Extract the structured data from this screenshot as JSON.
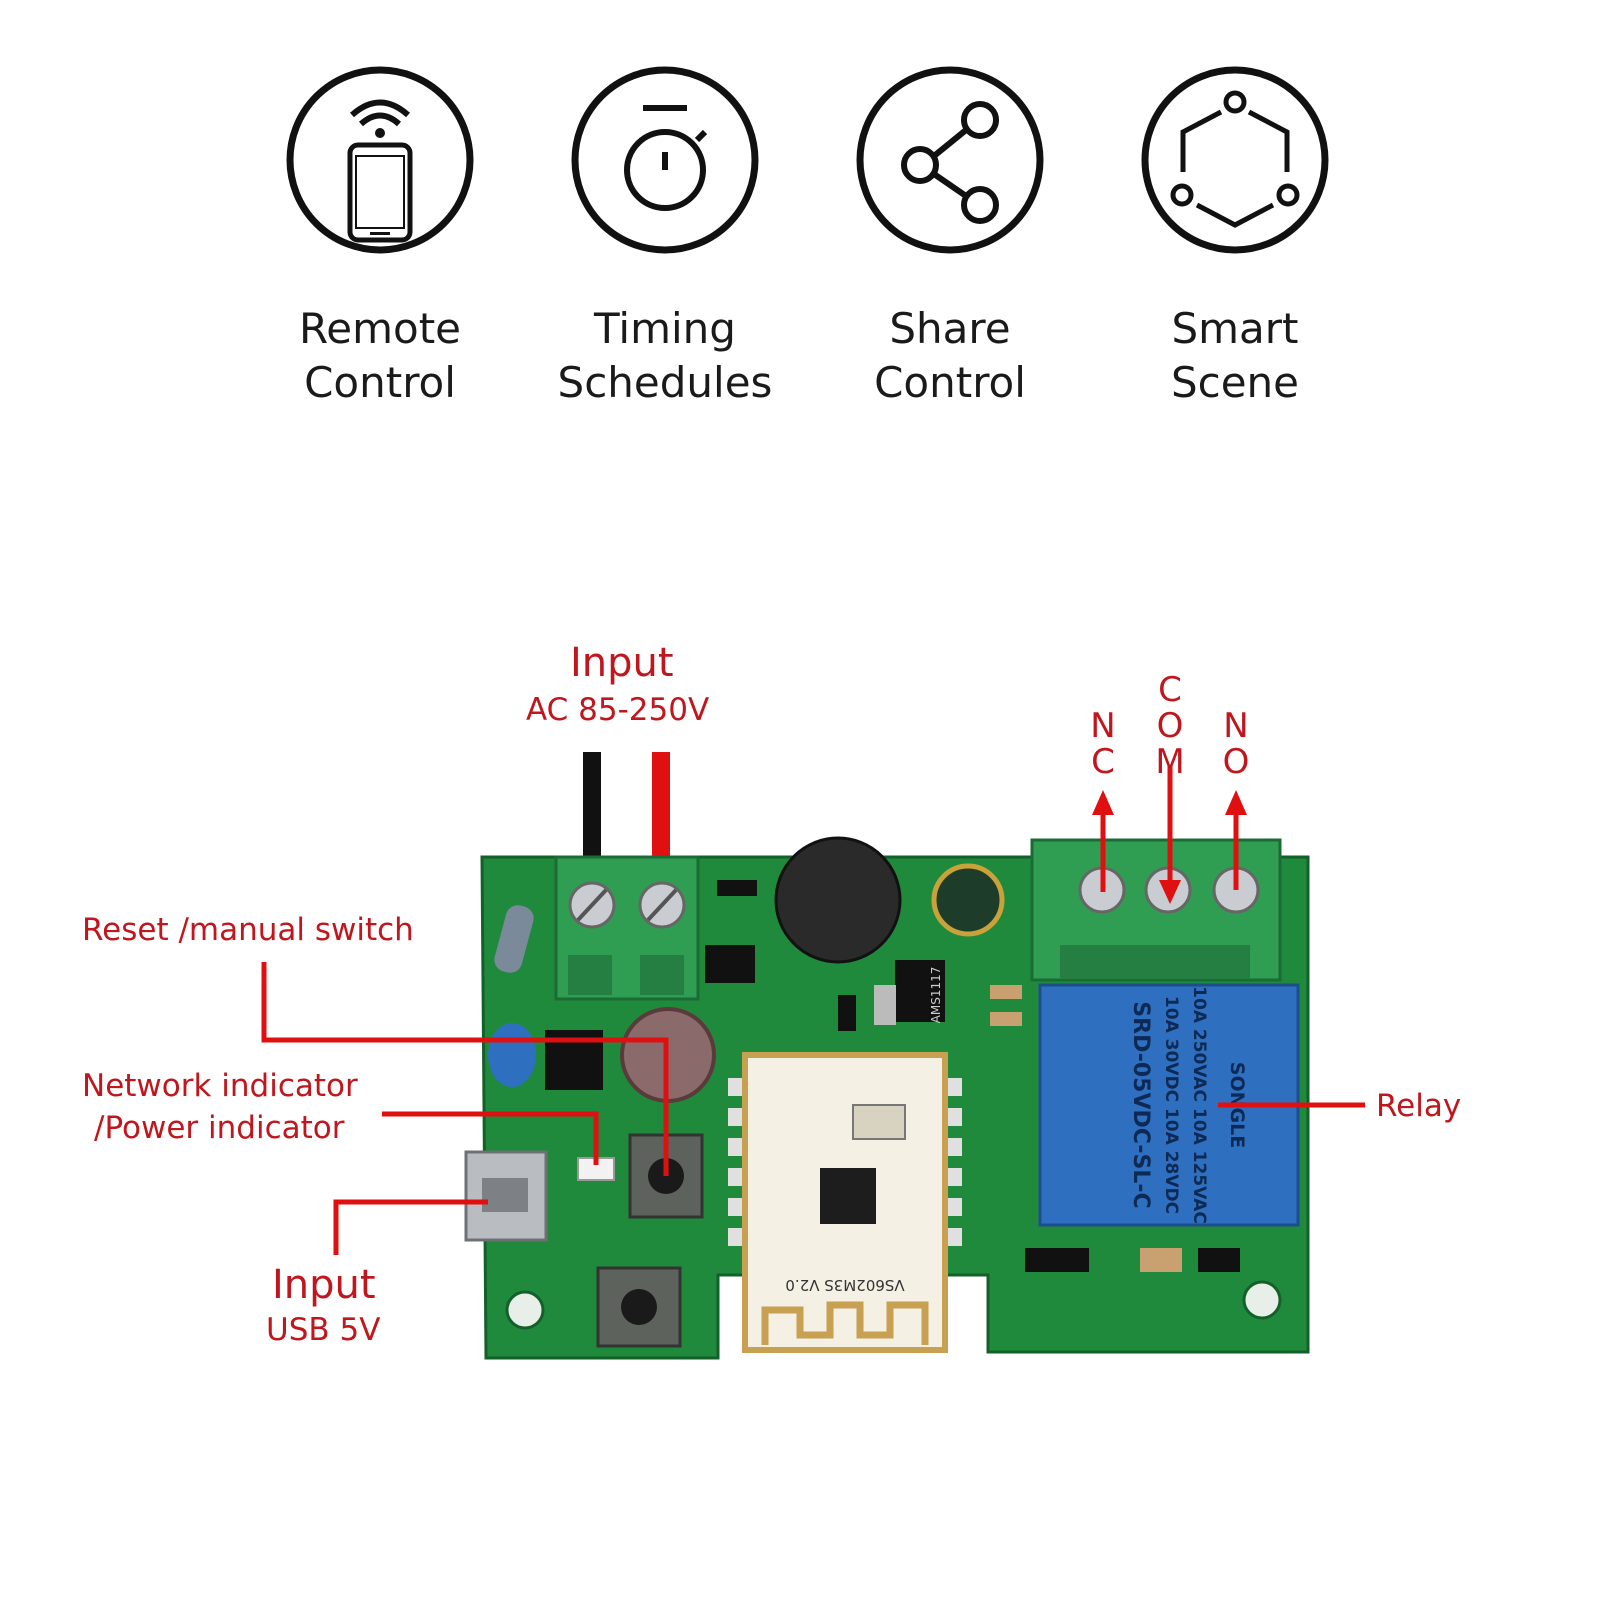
{
  "features": [
    {
      "line1": "Remote",
      "line2": "Control",
      "icon": "phone-wifi-icon"
    },
    {
      "line1": "Timing",
      "line2": "Schedules",
      "icon": "stopwatch-icon"
    },
    {
      "line1": "Share",
      "line2": "Control",
      "icon": "share-icon"
    },
    {
      "line1": "Smart",
      "line2": "Scene",
      "icon": "scene-icon"
    }
  ],
  "labels": {
    "ac_input_title": "Input",
    "ac_input_spec": "AC 85-250V",
    "reset": "Reset /manual switch",
    "indicator_line1": "Network indicator",
    "indicator_line2": "/Power indicator",
    "usb_input_title": "Input",
    "usb_input_spec": "USB 5V",
    "relay": "Relay",
    "nc": [
      "N",
      "C"
    ],
    "com": [
      "C",
      "O",
      "M"
    ],
    "no": [
      "N",
      "O"
    ]
  },
  "board_text": {
    "module": "VS602M3S V2.0",
    "relay_brand": "SONGLE",
    "relay_rating1": "10A 250VAC  10A 125VAC",
    "relay_rating2": "10A 30VDC  10A 28VDC",
    "relay_model": "SRD-05VDC-SL-C",
    "regulator": "AMS1117"
  },
  "colors": {
    "accent": "#c0161d",
    "pcb": "#1f8a3c",
    "terminal": "#2f9e52",
    "relay": "#2f6fc0"
  }
}
